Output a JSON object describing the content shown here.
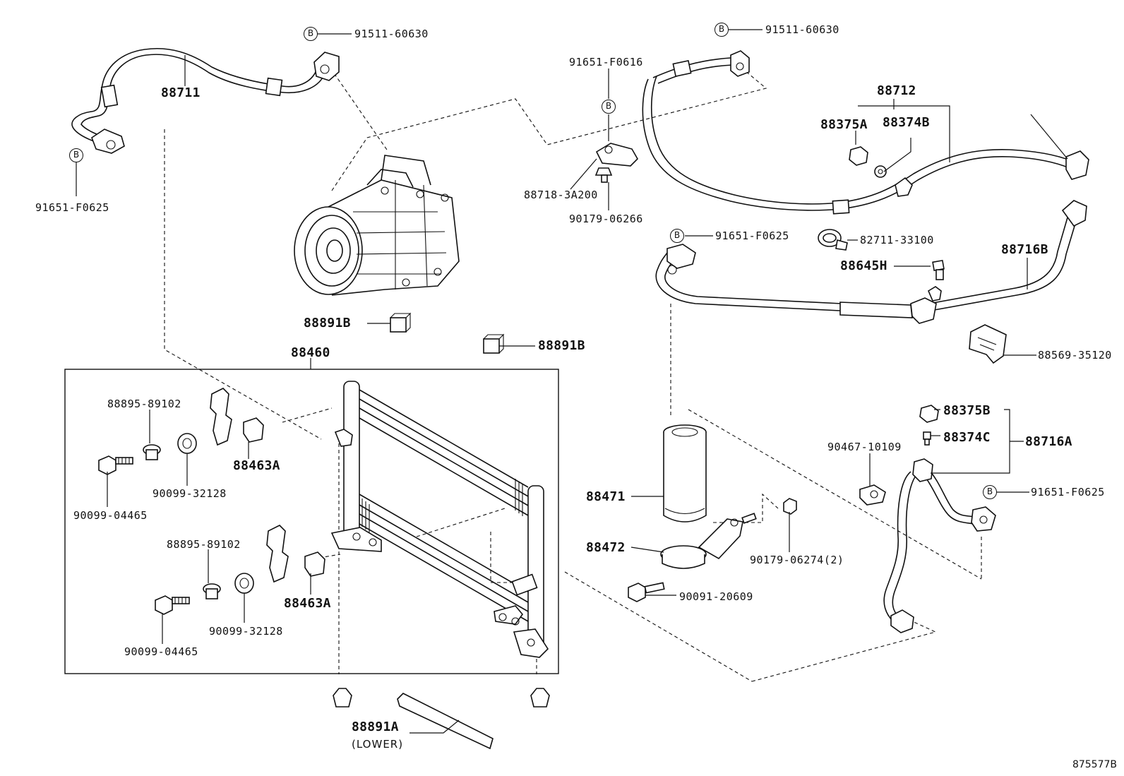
{
  "parts": {
    "p88711": "88711",
    "p91511_left": "91511-60630",
    "p91651_f0625_left": "91651-F0625",
    "p91651_f0616": "91651-F0616",
    "p88718": "88718-3A200",
    "p90179_06266": "90179-06266",
    "p91511_right": "91511-60630",
    "p88712": "88712",
    "p88375a": "88375A",
    "p88374b": "88374B",
    "p91651_f0625_mid": "91651-F0625",
    "p82711": "82711-33100",
    "p88645h": "88645H",
    "p88716b": "88716B",
    "p88569": "88569-35120",
    "p88891b_a": "88891B",
    "p88891b_b": "88891B",
    "p88460": "88460",
    "p88895_upper": "88895-89102",
    "p88463a_upper": "88463A",
    "p90099_32128_upper": "90099-32128",
    "p90099_04465_upper": "90099-04465",
    "p88895_lower": "88895-89102",
    "p88463a_lower": "88463A",
    "p90099_32128_lower": "90099-32128",
    "p90099_04465_lower": "90099-04465",
    "p88471": "88471",
    "p88472": "88472",
    "p90179_06274": "90179-06274(2)",
    "p90091": "90091-20609",
    "p88375b": "88375B",
    "p88374c": "88374C",
    "p90467": "90467-10109",
    "p88716a": "88716A",
    "p91651_f0625_right": "91651-F0625",
    "p88891a": "88891A",
    "lower_note": "(LOWER)"
  },
  "bubble_letter": "B",
  "figure_ref": "875577B"
}
